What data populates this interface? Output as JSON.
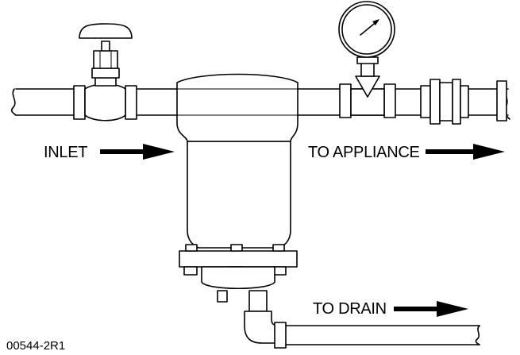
{
  "labels": {
    "inlet": "INLET",
    "to_appliance": "TO APPLIANCE",
    "to_drain": "TO DRAIN",
    "figure_code": "00544-2R1"
  }
}
